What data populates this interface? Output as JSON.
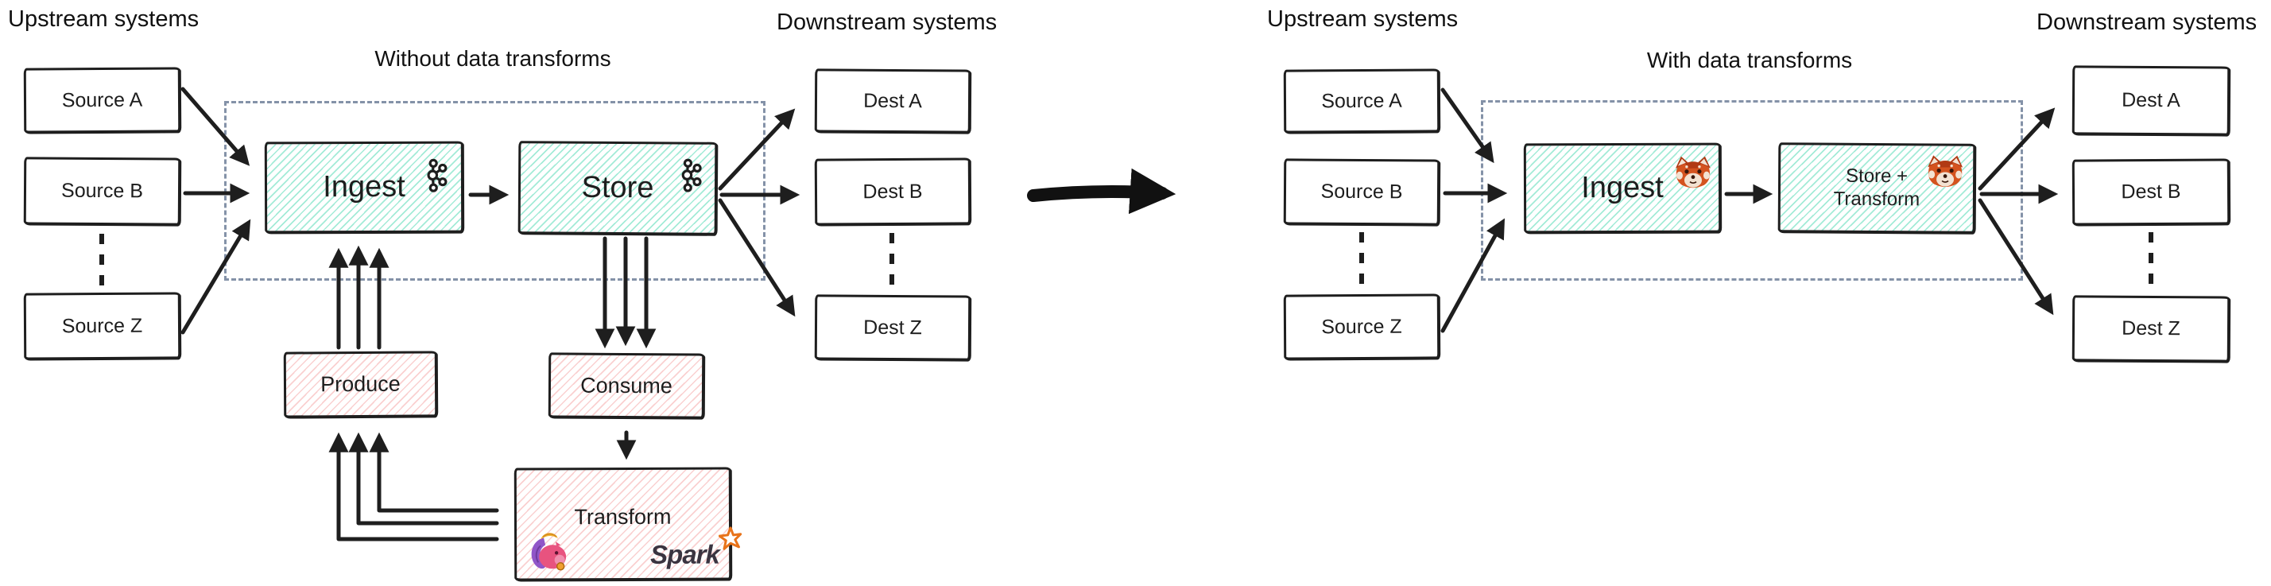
{
  "left": {
    "upstream_label": "Upstream systems",
    "downstream_label": "Downstream systems",
    "title": "Without data transforms",
    "sources": [
      "Source A",
      "Source B",
      "Source Z"
    ],
    "dests": [
      "Dest A",
      "Dest B",
      "Dest Z"
    ],
    "ingest_label": "Ingest",
    "store_label": "Store",
    "produce_label": "Produce",
    "consume_label": "Consume",
    "transform_label": "Transform",
    "spark_label": "Spark",
    "icons": {
      "ingest_icon": "kafka-logo",
      "store_icon": "kafka-logo",
      "transform_icons": [
        "flink-squirrel-logo",
        "spark-star-logo"
      ]
    }
  },
  "right": {
    "upstream_label": "Upstream systems",
    "downstream_label": "Downstream systems",
    "title": "With data transforms",
    "sources": [
      "Source A",
      "Source B",
      "Source Z"
    ],
    "dests": [
      "Dest A",
      "Dest B",
      "Dest Z"
    ],
    "ingest_label": "Ingest",
    "store_transform_line1": "Store +",
    "store_transform_line2": "Transform",
    "icons": {
      "ingest_icon": "redpanda-logo",
      "store_transform_icon": "redpanda-logo"
    }
  },
  "colors": {
    "ink": "#1e1e1e",
    "green_hatch": "#48d7af",
    "pink_hatch": "#f38e8e",
    "dashed_border": "#8492a8",
    "spark_orange": "#e8731a",
    "spark_text": "#3a3440",
    "flink_pink": "#e8537f",
    "flink_purple": "#9055c8",
    "flink_gold": "#f2b636",
    "redpanda_rust": "#d4531f"
  }
}
